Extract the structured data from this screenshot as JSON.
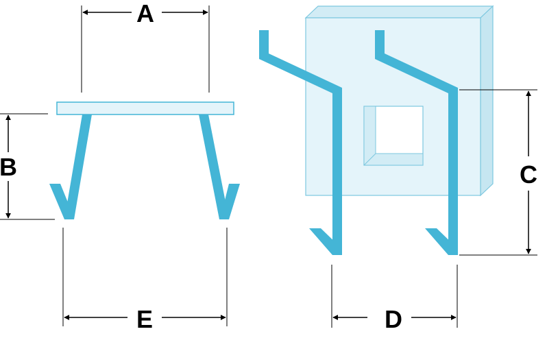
{
  "colors": {
    "clip": "#44b5d6",
    "plate_fill": "#e4f4fa",
    "plate_edge": "#7cc7df",
    "dimension": "#000000"
  },
  "labels": {
    "a": "A",
    "b": "B",
    "c": "C",
    "d": "D",
    "e": "E"
  }
}
